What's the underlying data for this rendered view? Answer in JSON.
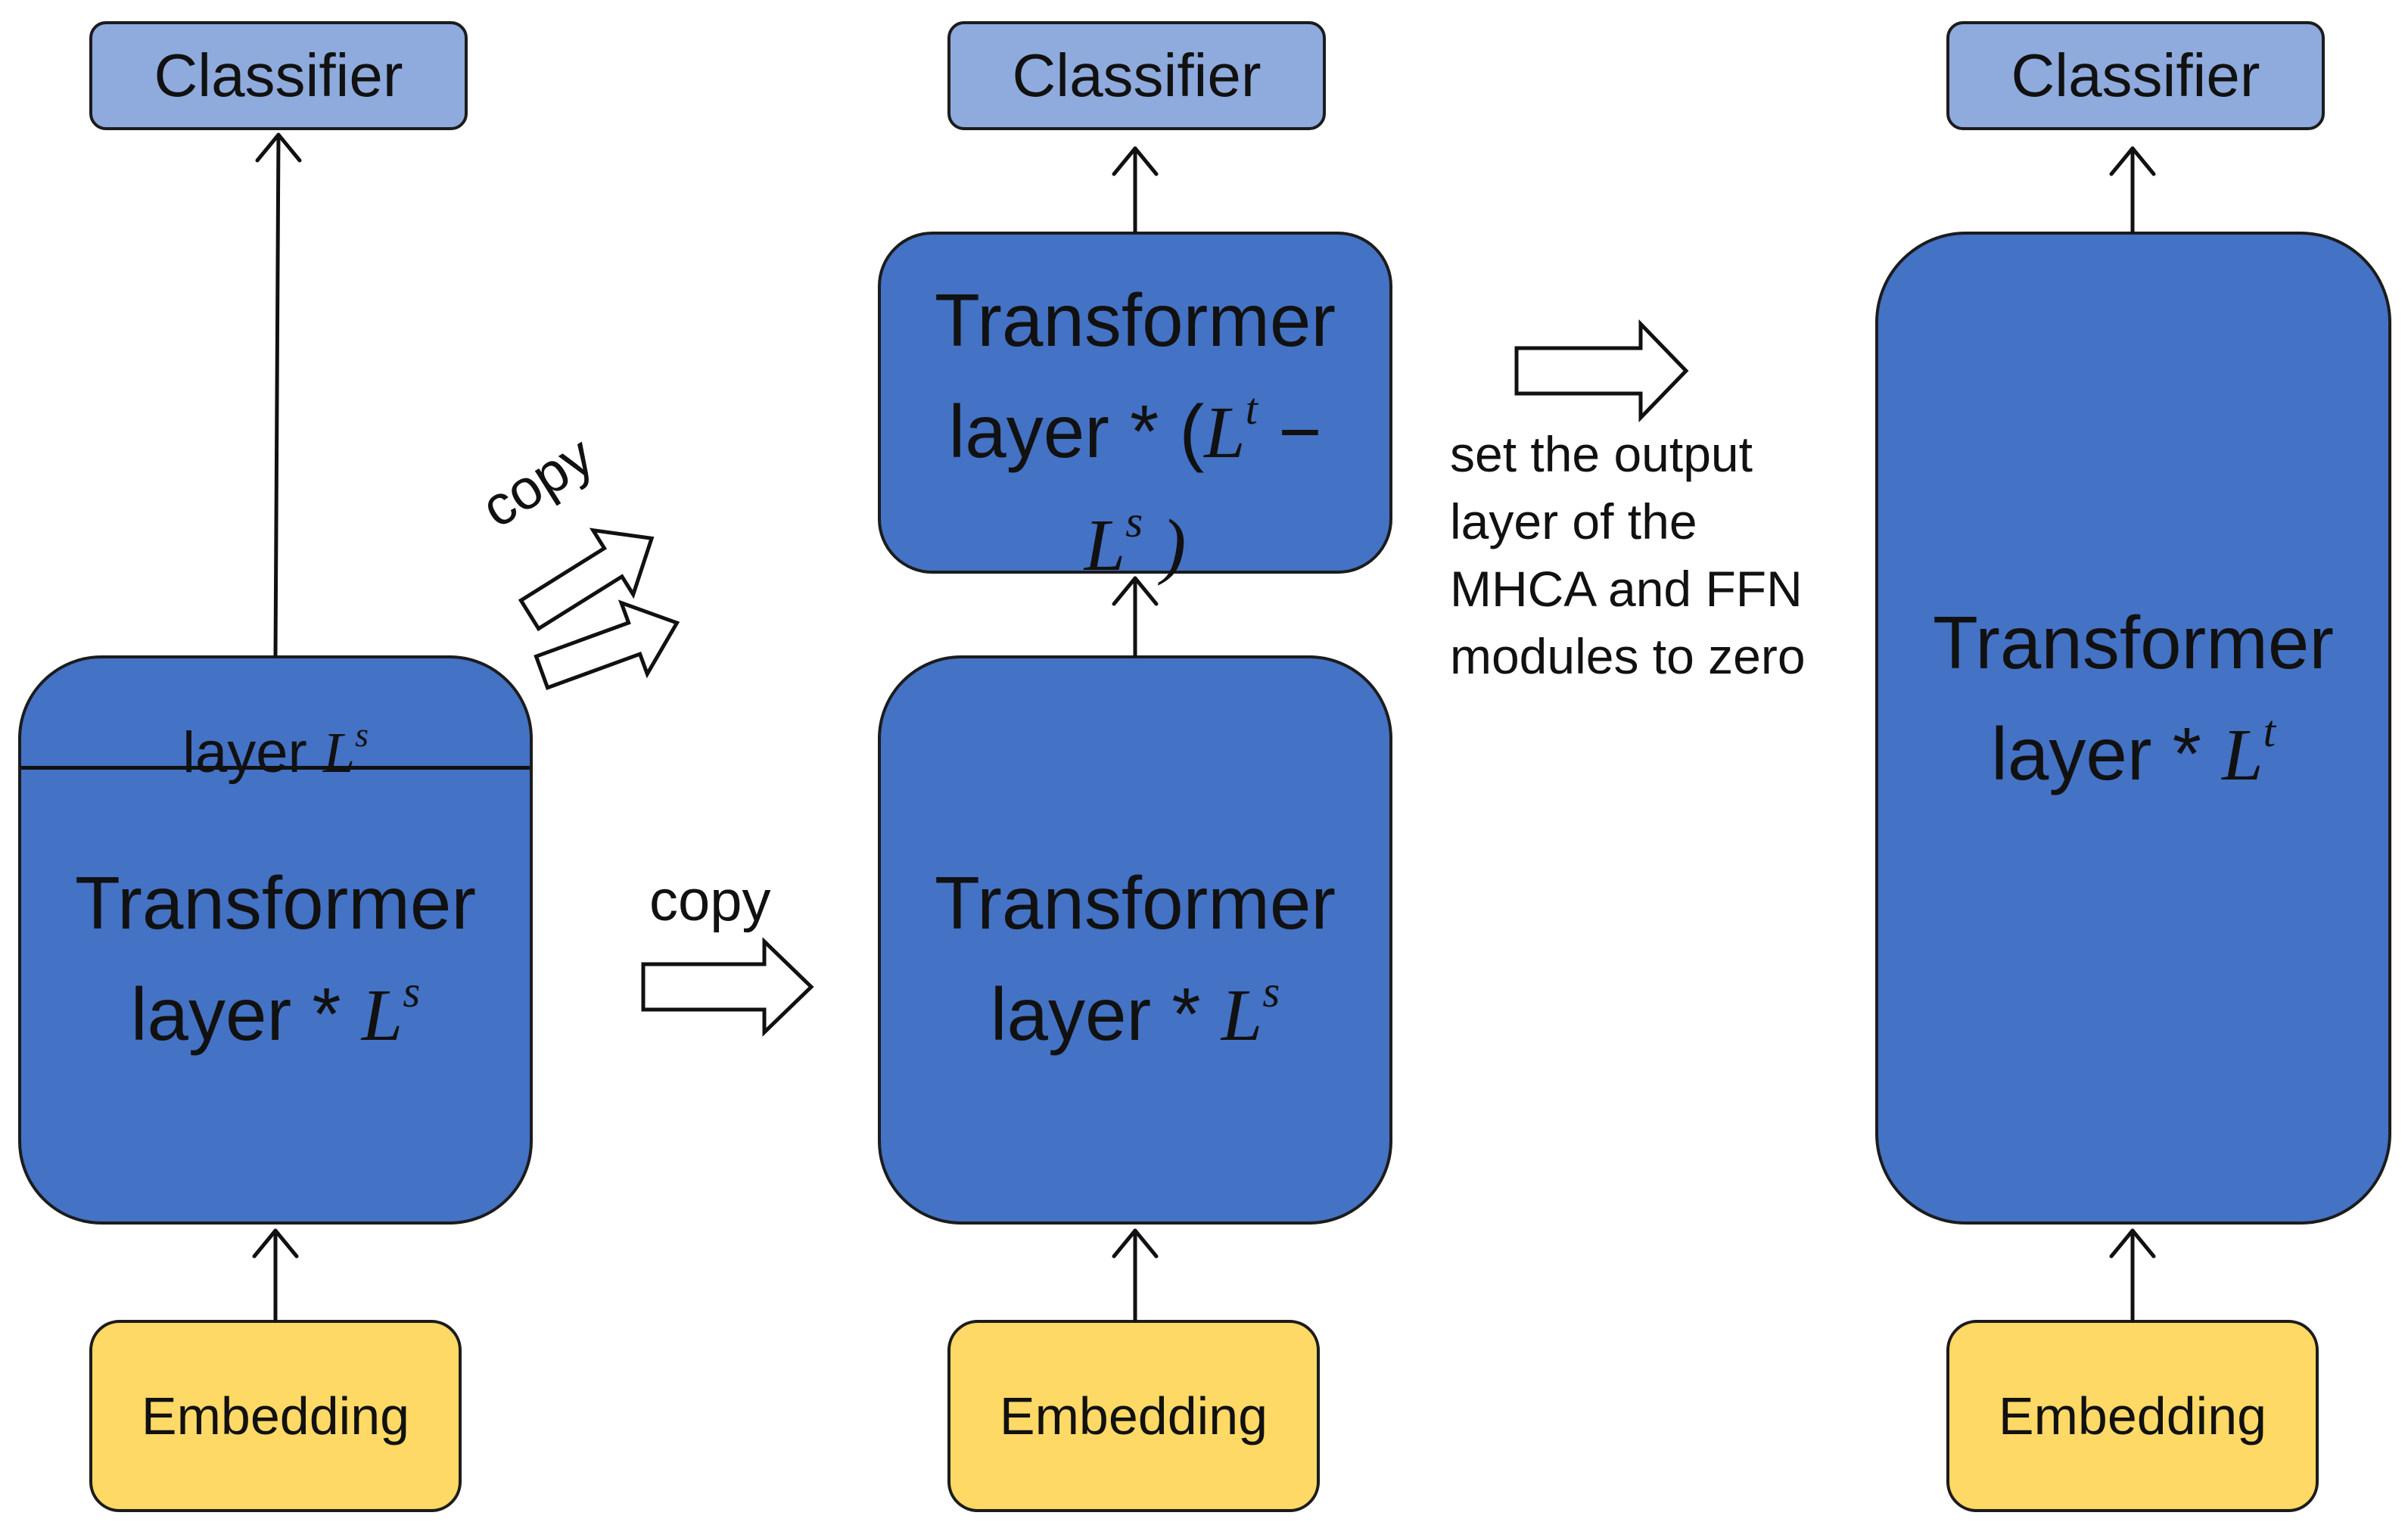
{
  "columns": [
    {
      "classifier": "Classifier",
      "embedding": "Embedding",
      "layer_label_prefix": "layer ",
      "layer_label_symbol": "L",
      "layer_label_sup": "s",
      "block_line1": "Transformer",
      "block_line2_prefix": "layer  * ",
      "block_symbol": "L",
      "block_sup": "s"
    },
    {
      "classifier": "Classifier",
      "embedding": "Embedding",
      "upper_line1": "Transformer",
      "upper_line2_prefix": "layer  * (",
      "upper_symbol1": "L",
      "upper_sup1": "t",
      "upper_minus": " −",
      "upper_symbol2": "L",
      "upper_sup2": "s",
      "upper_close": " )",
      "lower_line1": "Transformer",
      "lower_line2_prefix": "layer  * ",
      "lower_symbol": "L",
      "lower_sup": "s"
    },
    {
      "classifier": "Classifier",
      "embedding": "Embedding",
      "block_line1": "Transformer",
      "block_line2_prefix": "layer  * ",
      "block_symbol": "L",
      "block_sup": "t"
    }
  ],
  "copy_label_diagonal": "copy",
  "copy_label_horizontal": "copy",
  "annotation_lines": [
    "set the output",
    "layer of the",
    "MHCA and FFN",
    "modules to zero"
  ]
}
